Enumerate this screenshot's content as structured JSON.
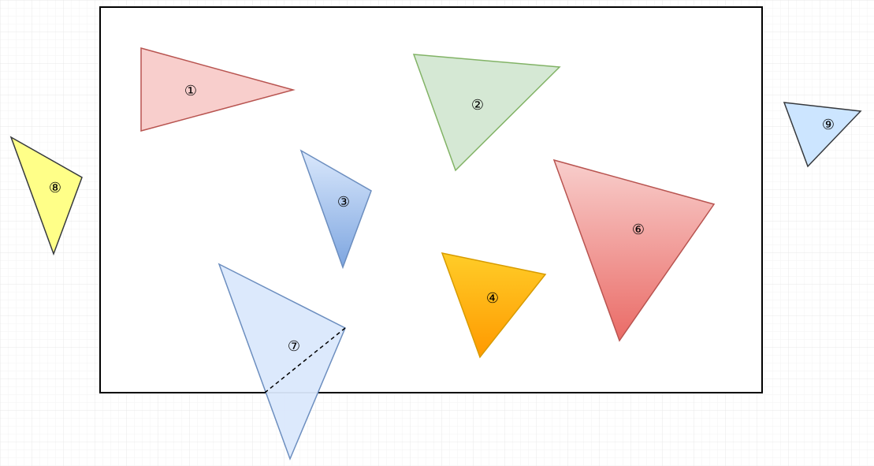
{
  "canvas": {
    "background": "#ffffff",
    "grid_color": "#f0f0f0"
  },
  "frame": {
    "stroke": "#000000",
    "fill": "#ffffff"
  },
  "triangles": [
    {
      "label": "①",
      "fill": "#f8cecc",
      "stroke": "#b85450"
    },
    {
      "label": "②",
      "fill": "#d5e8d4",
      "stroke": "#82b366"
    },
    {
      "label": "③",
      "fill_top": "#dae8fc",
      "fill_bottom": "#7ea6e0",
      "stroke": "#6c8ebf"
    },
    {
      "label": "④",
      "fill_top": "#ffcd28",
      "fill_bottom": "#ff9900",
      "stroke": "#d79b00"
    },
    {
      "label": "⑥",
      "fill_top": "#f8cecc",
      "fill_bottom": "#ea6b66",
      "stroke": "#b85450"
    },
    {
      "label": "⑦",
      "fill": "#dae8fc",
      "stroke": "#6c8ebf",
      "dashed_segment": true
    },
    {
      "label": "⑧",
      "fill": "#ffff88",
      "stroke": "#36393d"
    },
    {
      "label": "⑨",
      "fill": "#cce5ff",
      "stroke": "#36393d"
    }
  ]
}
